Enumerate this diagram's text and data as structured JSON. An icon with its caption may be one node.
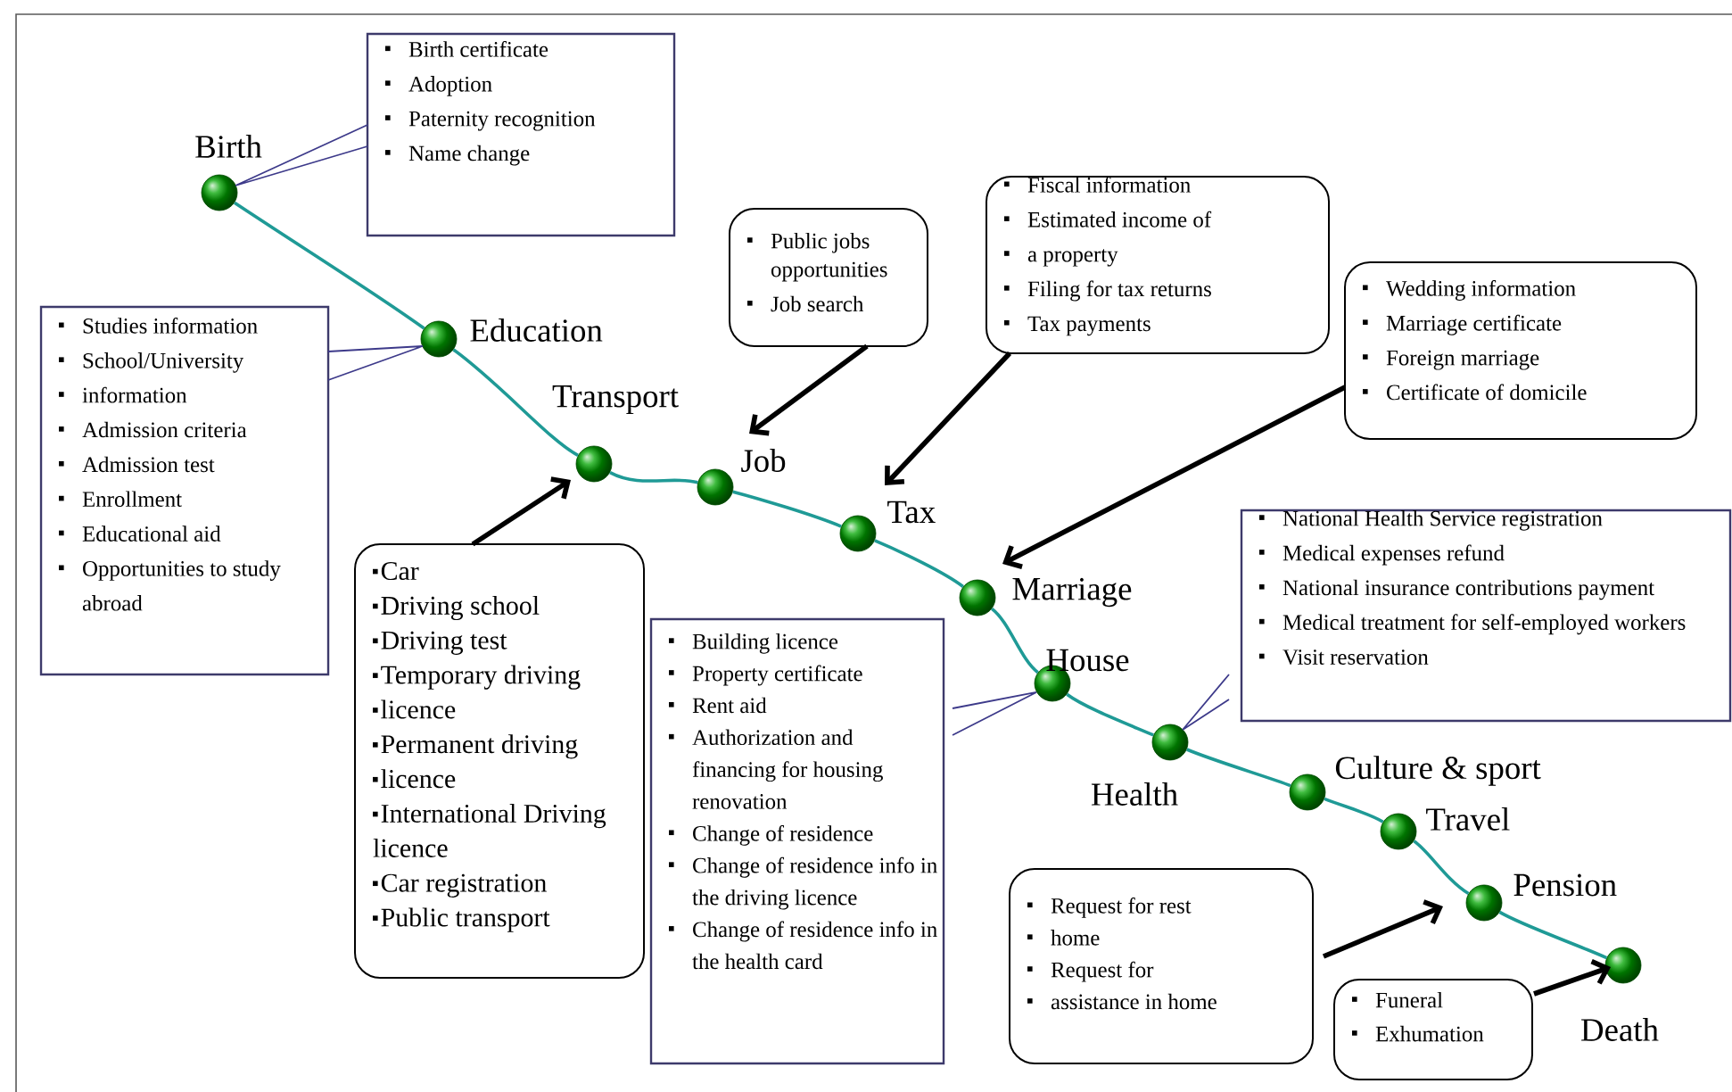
{
  "diagram": {
    "nodes": [
      {
        "text": [
          "Birth certificate",
          "Adoption",
          "Paternity recognition",
          "Name change"
        ]
      },
      {
        "text": [],
        "shape": "circle",
        "beside": [
          "Birth"
        ]
      },
      {
        "text": [
          "Studies information",
          "School/University",
          "information",
          "Admission criteria",
          "Admission test",
          "Enrollment",
          "Educational aid",
          "Opportunities to study abroad"
        ]
      },
      {
        "text": [],
        "shape": "circle",
        "beside": [
          "Education"
        ]
      },
      {
        "text": [],
        "shape": "circle",
        "beside": [
          "Transport"
        ]
      },
      {
        "text": [
          "Public jobs opportunities",
          "Job search"
        ]
      },
      {
        "text": [],
        "shape": "circle",
        "beside": [
          "Job"
        ]
      },
      {
        "text": [
          "Fiscal information",
          "Estimated income of",
          "a property",
          "Filing for tax returns",
          "Tax payments"
        ]
      },
      {
        "text": [],
        "shape": "circle",
        "beside": [
          "Tax"
        ]
      },
      {
        "text": [
          "Wedding information",
          "Marriage certificate",
          "Foreign marriage",
          "Certificate of domicile"
        ]
      },
      {
        "text": [],
        "shape": "circle",
        "beside": [
          "Marriage"
        ]
      },
      {
        "text": [
          "Car",
          "Driving school",
          "Driving test",
          "Temporary driving",
          "licence",
          "Permanent driving",
          "licence",
          "International Driving licence",
          "Car registration",
          "Public transport"
        ]
      },
      {
        "text": [
          "Building licence",
          "Property certificate",
          "Rent aid",
          "Authorization and financing for housing renovation",
          "Change of residence",
          "Change of residence info in the driving licence",
          "Change of residence info in the health card"
        ]
      },
      {
        "text": [],
        "shape": "circle",
        "beside": [
          "House"
        ]
      },
      {
        "text": [
          "National Health Service registration",
          "Medical expenses refund",
          "National insurance contributions payment",
          "Medical treatment for self-employed workers",
          "Visit reservation"
        ]
      },
      {
        "text": [],
        "shape": "circle",
        "beside": [
          "Health"
        ]
      },
      {
        "text": [],
        "shape": "circle",
        "beside": [
          "Culture & sport"
        ]
      },
      {
        "text": [],
        "shape": "circle",
        "beside": [
          "Travel"
        ]
      },
      {
        "text": [
          "Request for rest",
          "home",
          "Request for",
          "assistance in home"
        ]
      },
      {
        "text": [],
        "shape": "circle",
        "beside": [
          "Pension"
        ]
      },
      {
        "text": [
          "Funeral",
          "Exhumation"
        ]
      },
      {
        "text": [],
        "shape": "circle",
        "beside": [
          "Death"
        ]
      }
    ],
    "edges": [
      {
        "from": 1,
        "to": 3,
        "arrow": "none"
      },
      {
        "from": 3,
        "to": 4,
        "arrow": "none"
      },
      {
        "from": 4,
        "to": 6,
        "arrow": "none"
      },
      {
        "from": 6,
        "to": 8,
        "arrow": "none"
      },
      {
        "from": 8,
        "to": 10,
        "arrow": "none"
      },
      {
        "from": 10,
        "to": 13,
        "arrow": "none"
      },
      {
        "from": 13,
        "to": 15,
        "arrow": "none"
      },
      {
        "from": 15,
        "to": 16,
        "arrow": "none"
      },
      {
        "from": 16,
        "to": 17,
        "arrow": "none"
      },
      {
        "from": 17,
        "to": 19,
        "arrow": "none"
      },
      {
        "from": 19,
        "to": 21,
        "arrow": "none"
      },
      {
        "from": 0,
        "to": 1,
        "arrow": "none",
        "color": "#3d3a8a"
      },
      {
        "from": 2,
        "to": 3,
        "arrow": "none",
        "color": "#3d3a8a"
      },
      {
        "from": 12,
        "to": 13,
        "arrow": "none",
        "color": "#3d3a8a"
      },
      {
        "from": 14,
        "to": 15,
        "arrow": "none",
        "color": "#3d3a8a"
      },
      {
        "from": 11,
        "to": 4,
        "arrow": "to",
        "color": "#000000"
      },
      {
        "from": 5,
        "to": 6,
        "arrow": "to",
        "color": "#000000"
      },
      {
        "from": 7,
        "to": 8,
        "arrow": "to",
        "color": "#000000"
      },
      {
        "from": 9,
        "to": 10,
        "arrow": "to",
        "color": "#000000"
      },
      {
        "from": 18,
        "to": 19,
        "arrow": "to",
        "color": "#000000"
      },
      {
        "from": 20,
        "to": 21,
        "arrow": "to",
        "color": "#000000"
      }
    ]
  }
}
